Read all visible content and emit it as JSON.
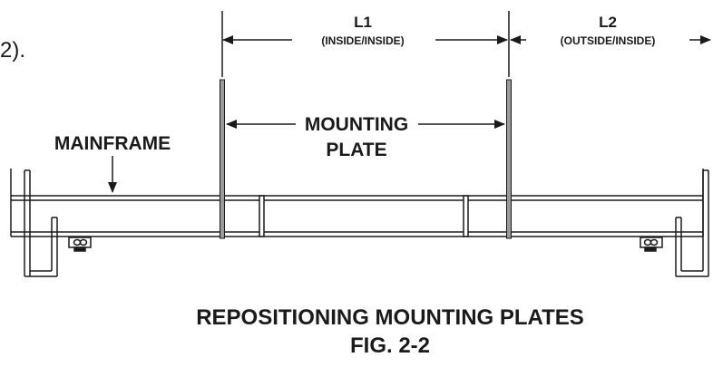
{
  "fragment_text": "2).",
  "dimensions": {
    "l1": {
      "label": "L1",
      "sub": "(INSIDE/INSIDE)"
    },
    "l2": {
      "label": "L2",
      "sub": "(OUTSIDE/INSIDE)"
    }
  },
  "labels": {
    "mounting_plate_line1": "MOUNTING",
    "mounting_plate_line2": "PLATE",
    "mainframe": "MAINFRAME"
  },
  "caption": {
    "title": "REPOSITIONING MOUNTING PLATES",
    "figure": "FIG. 2-2"
  },
  "colors": {
    "ink": "#1a1a1a",
    "background": "#ffffff",
    "plate_fill": "#9a9a9a"
  }
}
